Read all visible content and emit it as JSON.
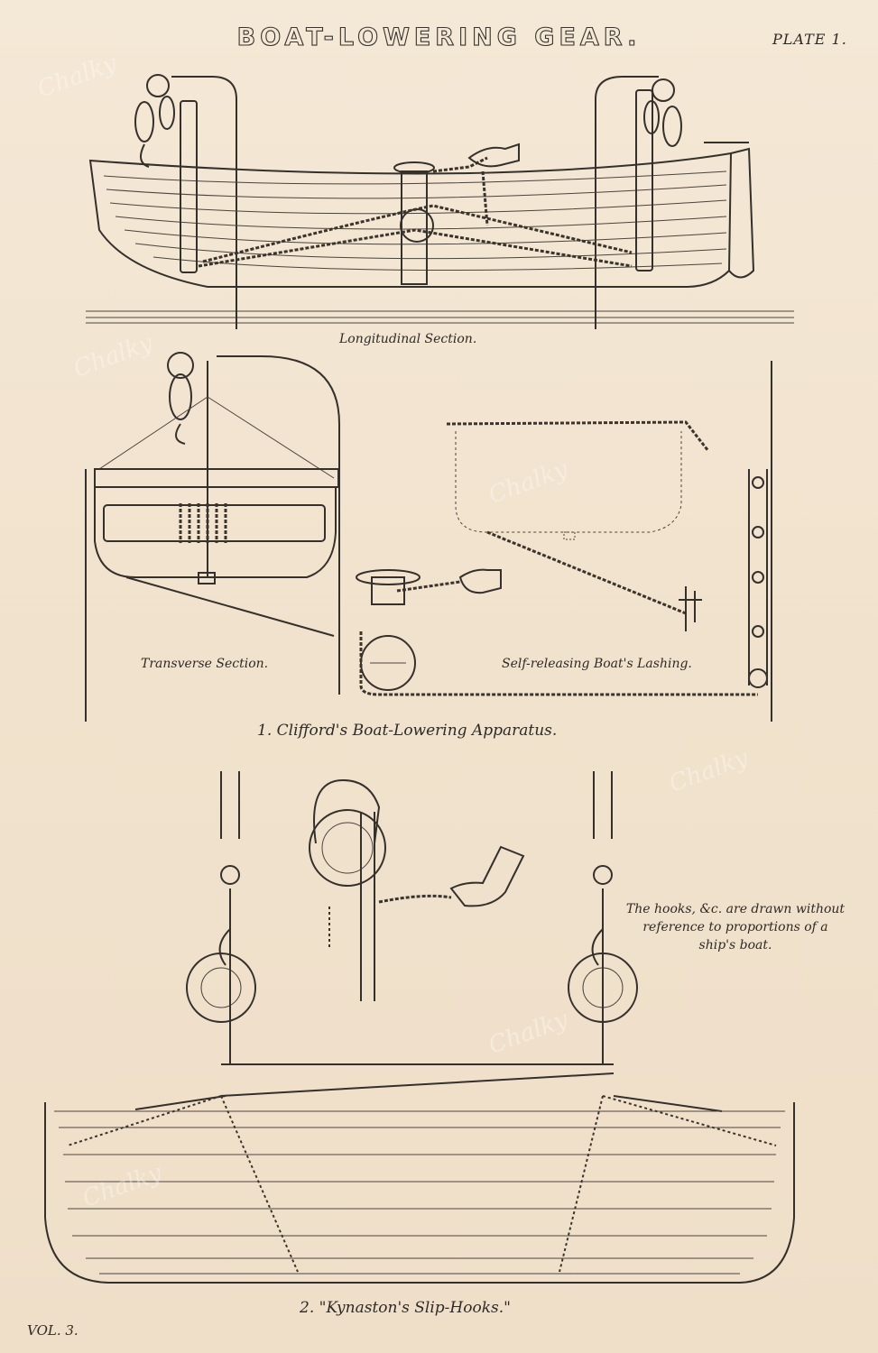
{
  "title": "BOAT-LOWERING GEAR.",
  "plate": "PLATE 1.",
  "captions": {
    "longitudinal": "Longitudinal Section.",
    "transverse": "Transverse Section.",
    "lashing": "Self-releasing Boat's Lashing.",
    "fig1": "1. Clifford's Boat-Lowering Apparatus.",
    "fig2": "2. \"Kynaston's Slip-Hooks.\""
  },
  "note": "The hooks, &c. are drawn without reference to proportions of a ship's boat.",
  "volume": "VOL. 3.",
  "watermark": "Chalky"
}
